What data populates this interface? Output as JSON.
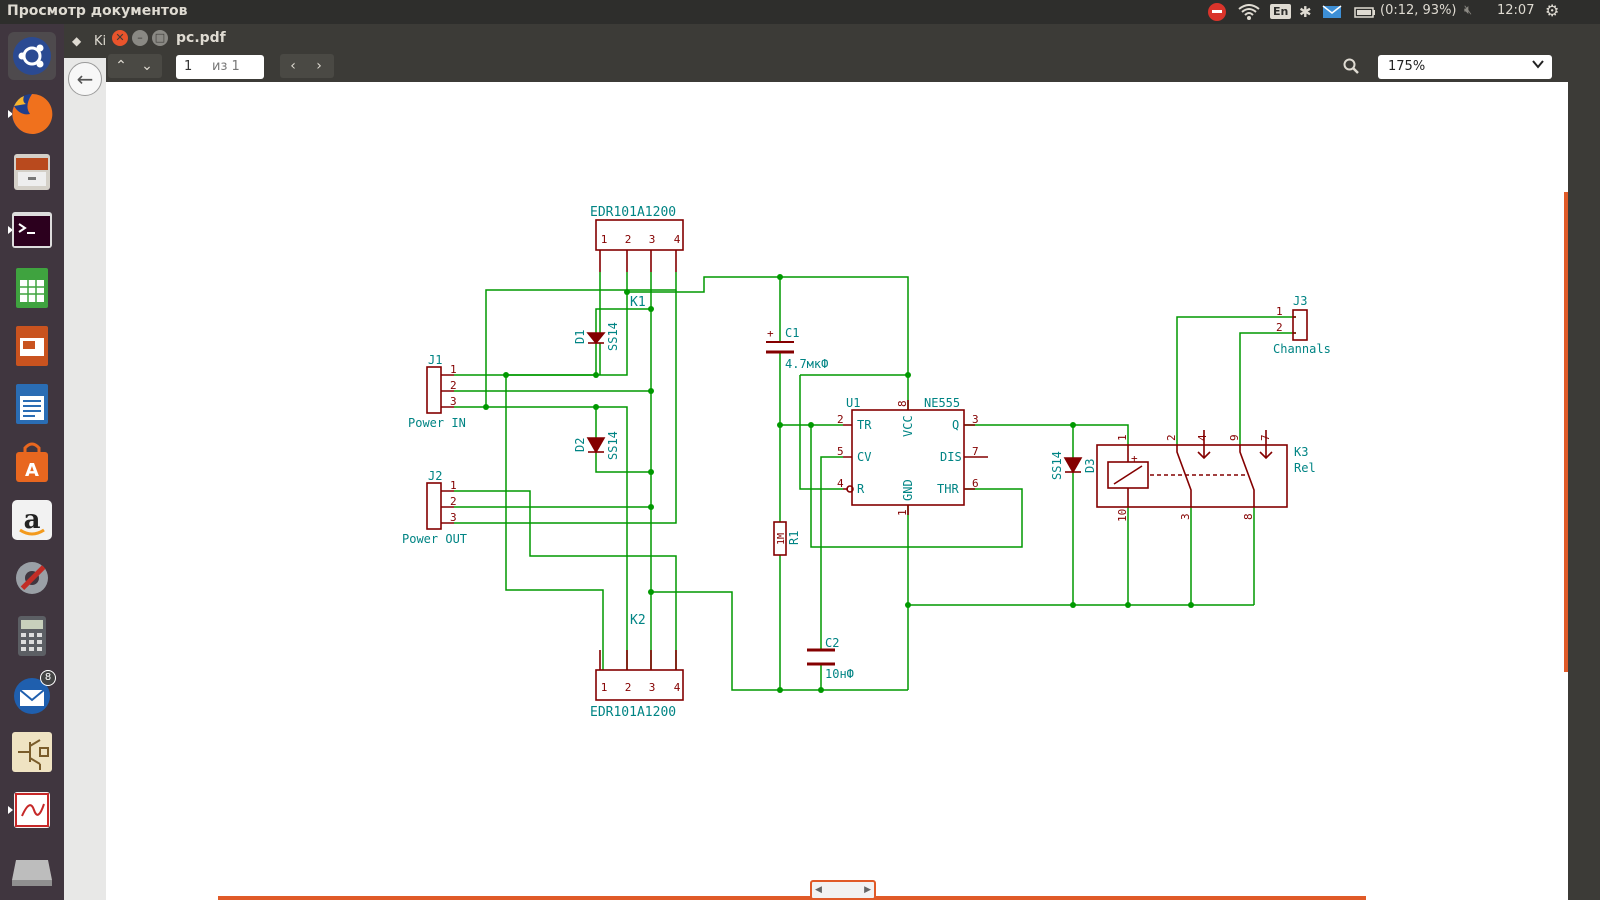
{
  "top_panel": {
    "app_title": "Просмотр документов",
    "keyboard_layout": "En",
    "battery": "(0:12, 93%)",
    "clock": "12:07"
  },
  "launcher": {
    "items": [
      {
        "name": "ubuntu-dash",
        "icon": "ubuntu-logo-icon"
      },
      {
        "name": "firefox",
        "icon": "firefox-icon"
      },
      {
        "name": "files",
        "icon": "file-cabinet-icon"
      },
      {
        "name": "terminal",
        "icon": "terminal-icon"
      },
      {
        "name": "libreoffice-calc",
        "icon": "spreadsheet-icon"
      },
      {
        "name": "libreoffice-impress",
        "icon": "presentation-icon"
      },
      {
        "name": "libreoffice-writer",
        "icon": "document-icon"
      },
      {
        "name": "software-center",
        "icon": "shopping-bag-icon"
      },
      {
        "name": "amazon",
        "icon": "amazon-icon"
      },
      {
        "name": "system-settings",
        "icon": "gear-wrench-icon"
      },
      {
        "name": "calculator",
        "icon": "calculator-icon"
      },
      {
        "name": "thunderbird",
        "icon": "mail-icon",
        "badge": "8"
      },
      {
        "name": "kicad",
        "icon": "circuit-icon"
      },
      {
        "name": "document-viewer",
        "icon": "pdf-icon"
      },
      {
        "name": "drive",
        "icon": "drive-icon"
      }
    ]
  },
  "background_window": {
    "tab_label": "Ki"
  },
  "window": {
    "title": "pc.pdf",
    "page_current": "1",
    "page_of": "из 1",
    "zoom": "175%"
  },
  "schematic": {
    "k1_value": "EDR101A1200",
    "k1_ref": "K1",
    "k2_value": "EDR101A1200",
    "k2_ref": "K2",
    "relay_pins": [
      "1",
      "2",
      "3",
      "4"
    ],
    "j1_ref": "J1",
    "j1_value": "Power IN",
    "j2_ref": "J2",
    "j2_value": "Power OUT",
    "j3_ref": "J3",
    "j3_value": "Channals",
    "conn_pins": [
      "1",
      "2",
      "3"
    ],
    "j3_pins": [
      "1",
      "2"
    ],
    "d1_ref": "D1",
    "d2_ref": "D2",
    "d3_ref": "D3",
    "diode_value": "SS14",
    "c1_ref": "C1",
    "c1_value": "4.7мкФ",
    "c1_plus": "+",
    "c2_ref": "C2",
    "c2_value": "10нФ",
    "r1_ref": "R1",
    "r1_value": "1M",
    "u1_ref": "U1",
    "u1_value": "NE555",
    "u1_pins": {
      "tr": "TR",
      "cv": "CV",
      "r": "R",
      "q": "Q",
      "dis": "DIS",
      "thr": "THR",
      "vcc": "VCC",
      "gnd": "GND",
      "n2": "2",
      "n5": "5",
      "n4": "4",
      "n3": "3",
      "n7": "7",
      "n6": "6",
      "n8": "8",
      "n1": "1"
    },
    "k3_ref": "K3",
    "k3_value": "Rel",
    "k3_pins": {
      "p1": "1",
      "p2": "2",
      "p4": "4",
      "p9": "9",
      "p7": "7",
      "p10": "10",
      "p3": "3",
      "p8": "8"
    },
    "k3_plus": "+",
    "colors": {
      "wire": "#009900",
      "component": "#840000",
      "text": "#008484",
      "junction": "#009900"
    }
  }
}
